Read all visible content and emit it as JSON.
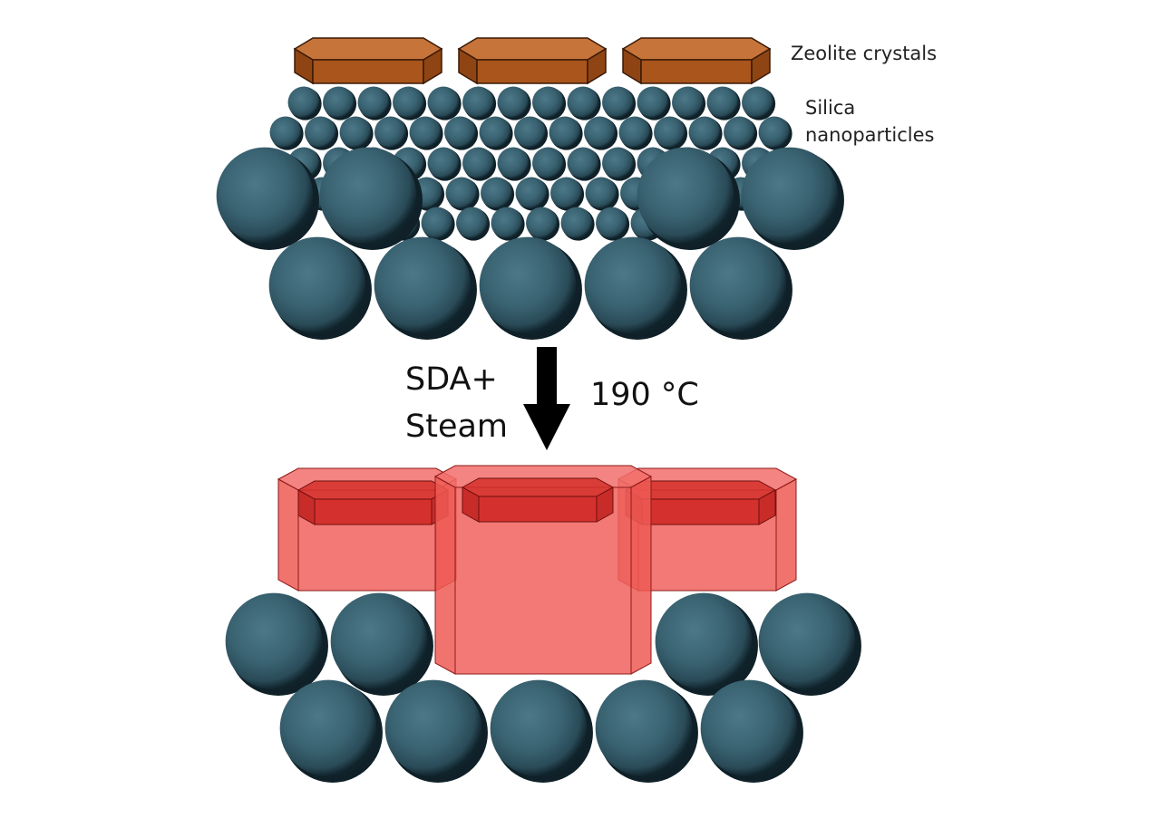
{
  "labels": {
    "zeolite": "Zeolite crystals",
    "silica_line1": "Silica",
    "silica_line2": "nanoparticles",
    "sda_line1": "SDA+",
    "sda_line2": "Steam",
    "temperature": "190 °C"
  },
  "colors": {
    "background": "#ffffff",
    "particle_fill": "#3a6372",
    "particle_shadow": "#0f2028",
    "zeolite_seed": "#a9551c",
    "grown_crystal": "#f0504c",
    "arrow": "#000000"
  },
  "icons": {
    "process_arrow": "down-arrow"
  }
}
